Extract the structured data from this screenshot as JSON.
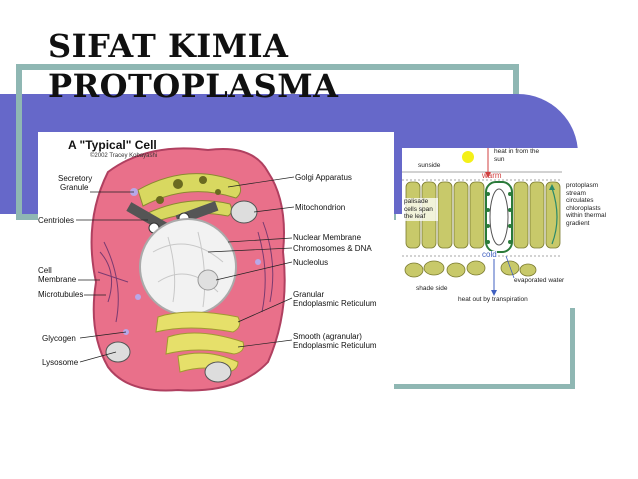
{
  "slide": {
    "title_line1": "SIFAT KIMIA",
    "title_line2": "PROTOPLASMA"
  },
  "cell_figure": {
    "title": "A \"Typical\" Cell",
    "copyright": "©2002 Tracey Kobayashi",
    "labels": {
      "secretory_granule_1": "Secretory",
      "secretory_granule_2": "Granule",
      "centrioles": "Centrioles",
      "cell_membrane_1": "Cell",
      "cell_membrane_2": "Membrane",
      "microtubules": "Microtubules",
      "glycogen": "Glycogen",
      "lysosome": "Lysosome",
      "golgi": "Golgi Apparatus",
      "mitochondrion": "Mitochondrion",
      "nuclear_membrane": "Nuclear Membrane",
      "chromosomes": "Chromosomes & DNA",
      "nucleolus": "Nucleolus",
      "granular_er_1": "Granular",
      "granular_er_2": "Endoplasmic Reticulum",
      "smooth_er_1": "Smooth (agranular)",
      "smooth_er_2": "Endoplasmic Reticulum"
    }
  },
  "leaf_figure": {
    "labels": {
      "sunside": "sunside",
      "heat_in": "heat in from the sun",
      "warm": "warm",
      "protoplasm": "protoplasm stream circulates chloroplasts within thermal gradient",
      "palisade": "palisade cells span the leaf",
      "cold": "cold",
      "evaporated": "evaporated water",
      "shade": "shade side",
      "heat_out": "heat out by transpiration"
    },
    "colors": {
      "cell_fill": "#c8c96a",
      "warm_text": "#d04040",
      "cold_text": "#4060c0",
      "arrow": "#2a8a6a"
    }
  },
  "colors": {
    "band": "#6668c9",
    "frame": "#8fb7b3",
    "cell_pink": "#e9708a",
    "nucleus": "#f2f2f2",
    "golgi": "#d8d860"
  }
}
